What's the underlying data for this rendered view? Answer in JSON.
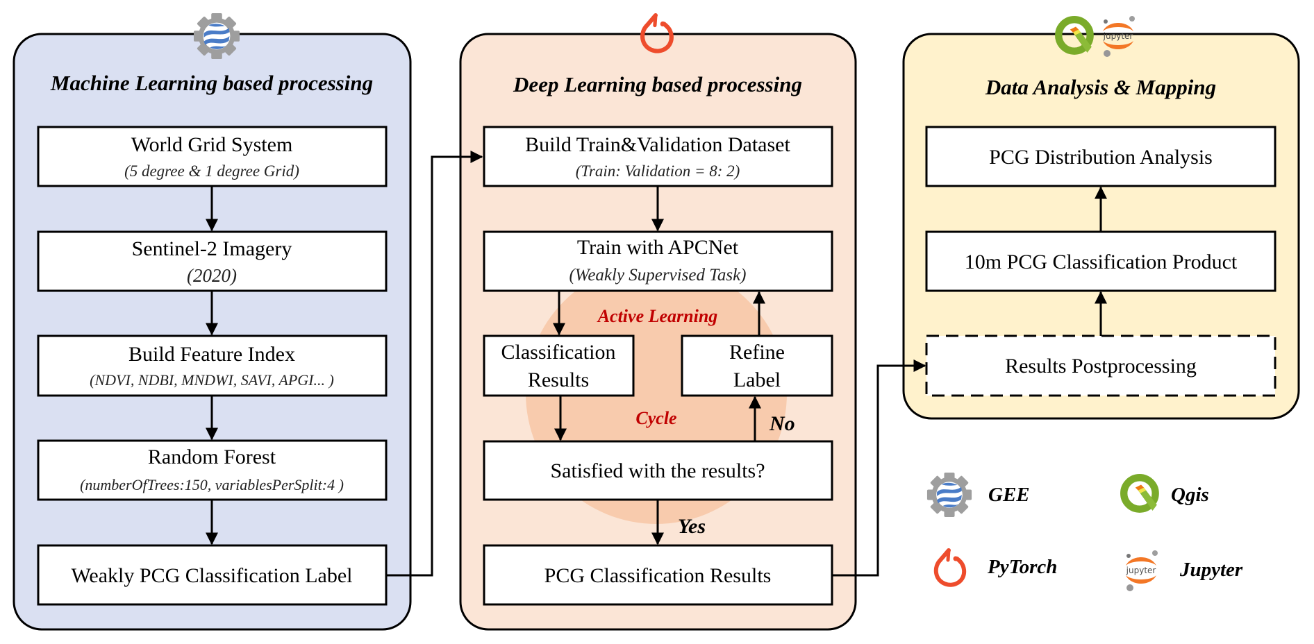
{
  "panels": {
    "ml": {
      "title": "Machine Learning based processing",
      "icon": "gee-icon",
      "color": "#dae0f2",
      "boxes": {
        "world_grid": {
          "main": "World Grid System",
          "sub": "(5 degree & 1 degree Grid)"
        },
        "sentinel": {
          "main": "Sentinel-2 Imagery",
          "sub": "(2020)"
        },
        "feature_index": {
          "main": "Build Feature Index",
          "sub": "(NDVI, NDBI, MNDWI, SAVI, APGI... )"
        },
        "random_forest": {
          "main": "Random Forest",
          "sub": "(numberOfTrees:150, variablesPerSplit:4 )"
        },
        "weak_label": {
          "main": "Weakly PCG Classification Label"
        }
      }
    },
    "dl": {
      "title": "Deep Learning based processing",
      "icon": "pytorch-icon",
      "color": "#fbe5d6",
      "cycle_color": "#f8cbad",
      "boxes": {
        "dataset": {
          "main": "Build Train&Validation Dataset",
          "sub": "(Train: Validation = 8: 2)"
        },
        "train": {
          "main": "Train with APCNet",
          "sub": "(Weakly Supervised Task)"
        },
        "classification": {
          "line1": "Classification",
          "line2": "Results"
        },
        "refine": {
          "line1": "Refine",
          "line2": "Label"
        },
        "satisfied": {
          "main": "Satisfied with the results?"
        },
        "pcg_results": {
          "main": "PCG Classification Results"
        }
      },
      "labels": {
        "active_learning": "Active Learning",
        "cycle": "Cycle",
        "no": "No",
        "yes": "Yes"
      },
      "label_color": "#c00000"
    },
    "da": {
      "title": "Data Analysis & Mapping",
      "icons": [
        "qgis-icon",
        "jupyter-icon"
      ],
      "color": "#fff2cc",
      "boxes": {
        "distribution": {
          "main": "PCG Distribution Analysis"
        },
        "product": {
          "main": "10m PCG Classification Product"
        },
        "postprocessing": {
          "main": "Results Postprocessing"
        }
      }
    }
  },
  "legend": [
    {
      "icon": "gee-icon",
      "label": "GEE"
    },
    {
      "icon": "qgis-icon",
      "label": "Qgis"
    },
    {
      "icon": "pytorch-icon",
      "label": "PyTorch"
    },
    {
      "icon": "jupyter-icon",
      "label": "Jupyter"
    }
  ],
  "icon_text": {
    "jupyter": "jupyter"
  }
}
